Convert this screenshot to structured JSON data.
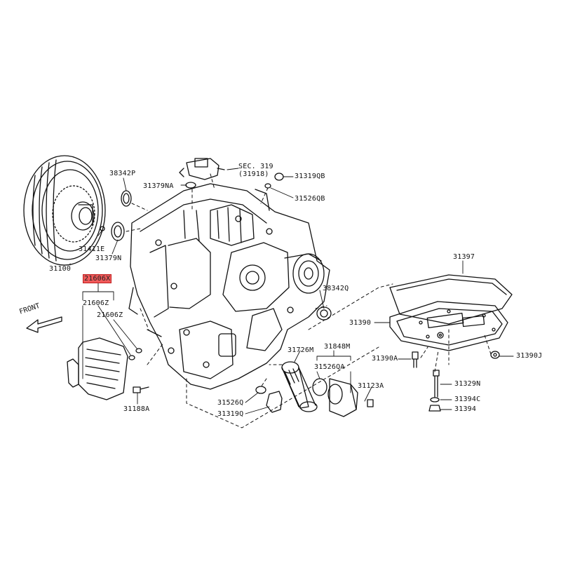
{
  "front_label": "FRONT",
  "parts": {
    "p31100": "31100",
    "p31411e": "31411E",
    "p31379n": "31379N",
    "p38342p": "38342P",
    "p31379na": "31379NA",
    "sec319": "SEC. 319",
    "sec319sub": "(31918)",
    "p31319qb": "31319QB",
    "p31526qb": "31526QB",
    "p21606x": "21606X",
    "p21606z_a": "21606Z",
    "p21606z_b": "21606Z",
    "p31188a": "31188A",
    "p38342q": "38342Q",
    "p31397": "31397",
    "p31390": "31390",
    "p31726m": "31726M",
    "p31848m": "31848M",
    "p31526qa": "31526QA",
    "p31390a": "31390A",
    "p31390j": "31390J",
    "p31123a": "31123A",
    "p31329n": "31329N",
    "p31394c": "31394C",
    "p31394": "31394",
    "p31526q": "31526Q",
    "p31319q": "31319Q"
  },
  "highlight_color": "#f05a5a"
}
